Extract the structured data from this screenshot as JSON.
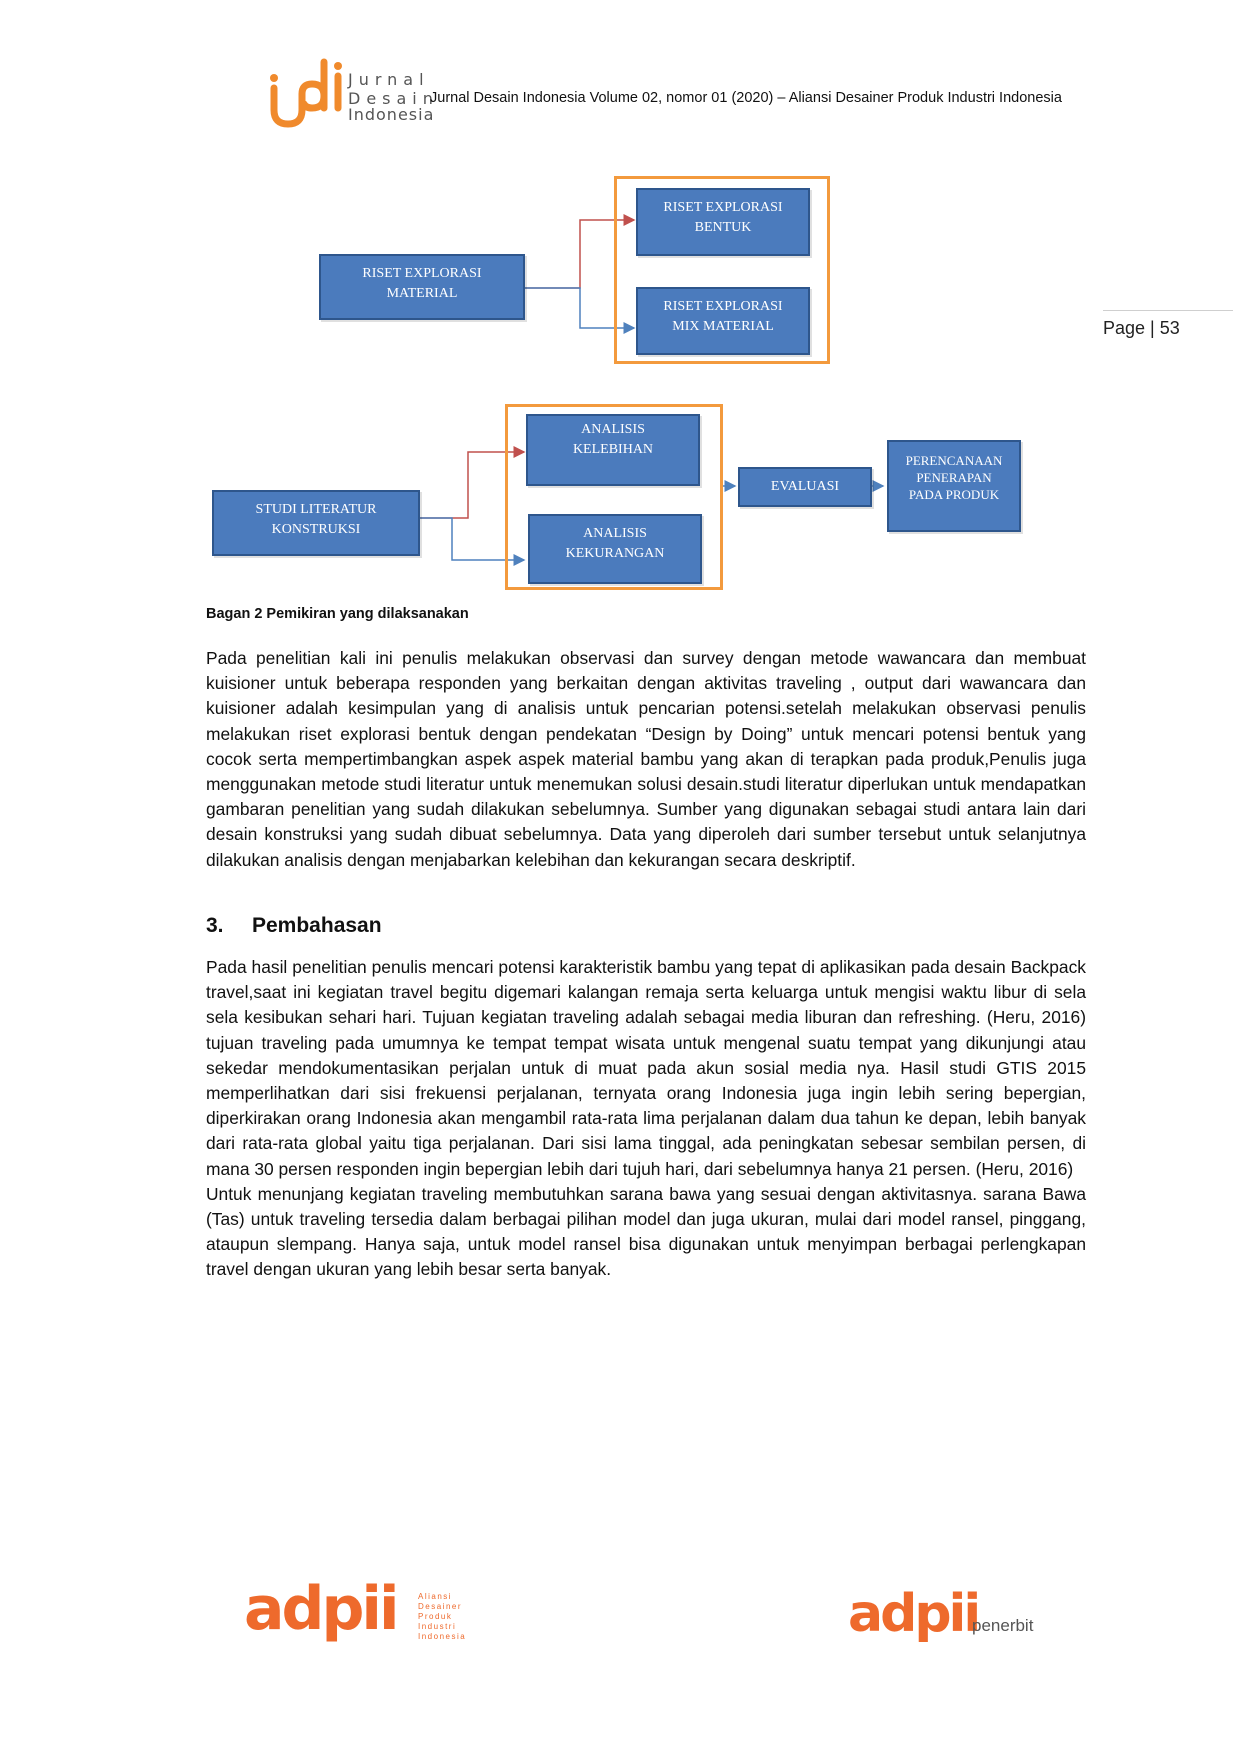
{
  "header": {
    "logo_mark": "jdi",
    "logo_words": [
      "Jurnal",
      "Desain",
      "Indonesia"
    ],
    "journal_line": "Jurnal Desain Indonesia Volume 02, nomor 01 (2020) – Aliansi Desainer Produk Industri Indonesia"
  },
  "page_label": "Page | 53",
  "diagram": {
    "box_riset_material": [
      "RISET EXPLORASI",
      "MATERIAL"
    ],
    "box_riset_bentuk": [
      "RISET EXPLORASI",
      "BENTUK"
    ],
    "box_riset_mix": [
      "RISET EXPLORASI",
      "MIX MATERIAL"
    ],
    "box_studi": [
      "STUDI LITERATUR",
      "KONSTRUKSI"
    ],
    "box_kelebihan": [
      "ANALISIS",
      "KELEBIHAN"
    ],
    "box_kekurangan": [
      "ANALISIS",
      "KEKURANGAN"
    ],
    "box_evaluasi": [
      "EVALUASI"
    ],
    "box_perencanaan": [
      "PERENCANAAN",
      "PENERAPAN",
      "PADA PRODUK"
    ],
    "colors": {
      "box_fill": "#4b7bbd",
      "group_border": "#f39a3d",
      "arrow_red": "#c0504d",
      "arrow_blue": "#4f81bd"
    }
  },
  "caption": "Bagan 2 Pemikiran yang dilaksanakan",
  "para1": "Pada penelitian kali ini penulis melakukan observasi dan survey dengan metode wawancara dan membuat kuisioner untuk beberapa responden yang berkaitan dengan aktivitas traveling , output dari wawancara dan kuisioner adalah kesimpulan yang di analisis untuk pencarian potensi.setelah melakukan observasi penulis melakukan riset explorasi bentuk dengan pendekatan “Design by Doing” untuk mencari potensi bentuk yang cocok serta mempertimbangkan aspek aspek material bambu yang akan di terapkan pada produk,Penulis juga menggunakan metode studi literatur untuk menemukan solusi desain.studi literatur diperlukan untuk mendapatkan gambaran penelitian yang sudah dilakukan sebelumnya. Sumber yang digunakan sebagai studi antara lain dari desain konstruksi yang sudah dibuat sebelumnya. Data yang diperoleh dari sumber tersebut untuk selanjutnya dilakukan analisis dengan menjabarkan kelebihan dan kekurangan secara deskriptif.",
  "section": {
    "number": "3.",
    "title": "Pembahasan"
  },
  "para2": "Pada hasil penelitian penulis mencari potensi karakteristik bambu yang tepat di aplikasikan pada desain Backpack travel,saat ini kegiatan travel begitu digemari kalangan remaja serta keluarga untuk mengisi waktu libur di sela sela kesibukan sehari hari. Tujuan kegiatan traveling adalah sebagai media liburan dan refreshing. (Heru, 2016) tujuan traveling pada umumnya ke tempat tempat wisata untuk mengenal suatu tempat yang dikunjungi atau sekedar mendokumentasikan perjalan untuk di muat pada akun sosial media nya. Hasil studi GTIS 2015 memperlihatkan dari sisi frekuensi perjalanan, ternyata orang Indonesia juga ingin lebih sering bepergian, diperkirakan orang Indonesia akan mengambil rata-rata lima perjalanan dalam dua tahun ke depan, lebih banyak dari rata-rata global yaitu tiga perjalanan. Dari sisi lama tinggal, ada peningkatan sebesar sembilan persen, di mana 30 persen responden ingin bepergian lebih dari tujuh hari, dari sebelumnya hanya 21 persen. (Heru, 2016)",
  "para3": "Untuk menunjang kegiatan traveling membutuhkan sarana bawa yang sesuai dengan aktivitasnya. sarana Bawa (Tas) untuk traveling tersedia dalam berbagai pilihan model dan juga ukuran, mulai dari model ransel, pinggang, ataupun slempang. Hanya saja, untuk model ransel bisa digunakan untuk menyimpan berbagai perlengkapan travel dengan ukuran yang lebih besar serta banyak.",
  "footer": {
    "left_logo": "adpii",
    "left_tagline": [
      "Aliansi",
      "Desainer",
      "Produk",
      "Industri",
      "Indonesia"
    ],
    "right_logo": "adpii",
    "right_tagline": "penerbit",
    "brand_color": "#ee6a2c"
  }
}
